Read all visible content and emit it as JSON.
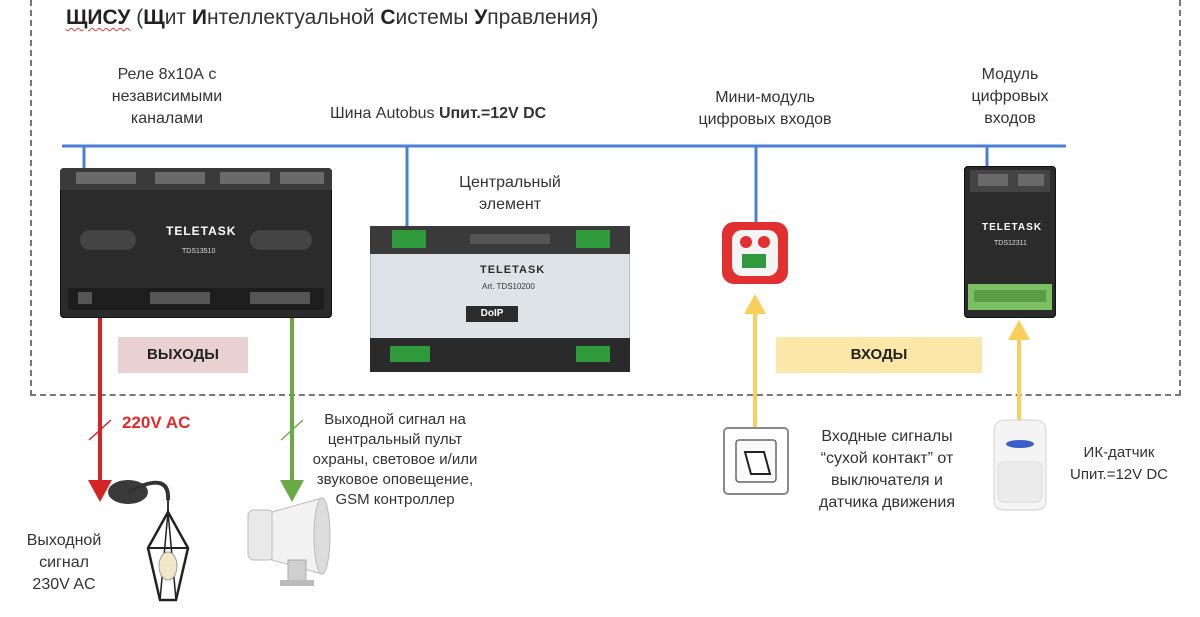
{
  "title": {
    "prefix_bold": "ЩИСУ",
    "open_paren": " (",
    "w1_bold": "Щ",
    "w1_rest": "ит ",
    "w2_bold": "И",
    "w2_rest": "нтеллектуальной ",
    "w3_bold": "С",
    "w3_rest": "истемы ",
    "w4_bold": "У",
    "w4_rest": "правления)"
  },
  "bus": {
    "label_plain": "Шина Autobus ",
    "label_bold": "Uпит.=12V DC",
    "color": "#4a7fd6"
  },
  "devices": {
    "relay": {
      "label_line1": "Реле 8х10А с",
      "label_line2": "независимыми",
      "label_line3": "каналами",
      "brand": "TELETASK",
      "model": "TDS13510"
    },
    "central": {
      "label_line1": "Центральный",
      "label_line2": "элемент",
      "brand": "TELETASK",
      "model": "Art. TDS10200",
      "doip": "DoIP"
    },
    "mini_module": {
      "label_line1": "Мини-модуль",
      "label_line2": "цифровых входов"
    },
    "input_module": {
      "label_line1": "Модуль",
      "label_line2": "цифровых",
      "label_line3": "входов",
      "brand": "TELETASK",
      "model": "TDS12311"
    }
  },
  "badges": {
    "outputs": "ВЫХОДЫ",
    "inputs": "ВХОДЫ"
  },
  "outputs": {
    "voltage": "220V AC",
    "lamp_line1": "Выходной",
    "lamp_line2": "сигнал",
    "lamp_line3": "230V AC",
    "signal_line1": "Выходной сигнал на",
    "signal_line2": "центральный пульт",
    "signal_line3": "охраны, световое и/или",
    "signal_line4": "звуковое оповещение,",
    "signal_line5": "GSM контроллер"
  },
  "inputs": {
    "dry_line1": "Входные сигналы",
    "dry_line2": "“сухой контакт” от",
    "dry_line3": "выключателя и",
    "dry_line4": "датчика движения",
    "pir_line1": "ИК-датчик",
    "pir_line2": "Uпит.=12V DC"
  },
  "colors": {
    "bus": "#4a7fd6",
    "red_line": "#d42424",
    "green_line": "#6aaa45",
    "yellow_line": "#f7cf5a"
  }
}
